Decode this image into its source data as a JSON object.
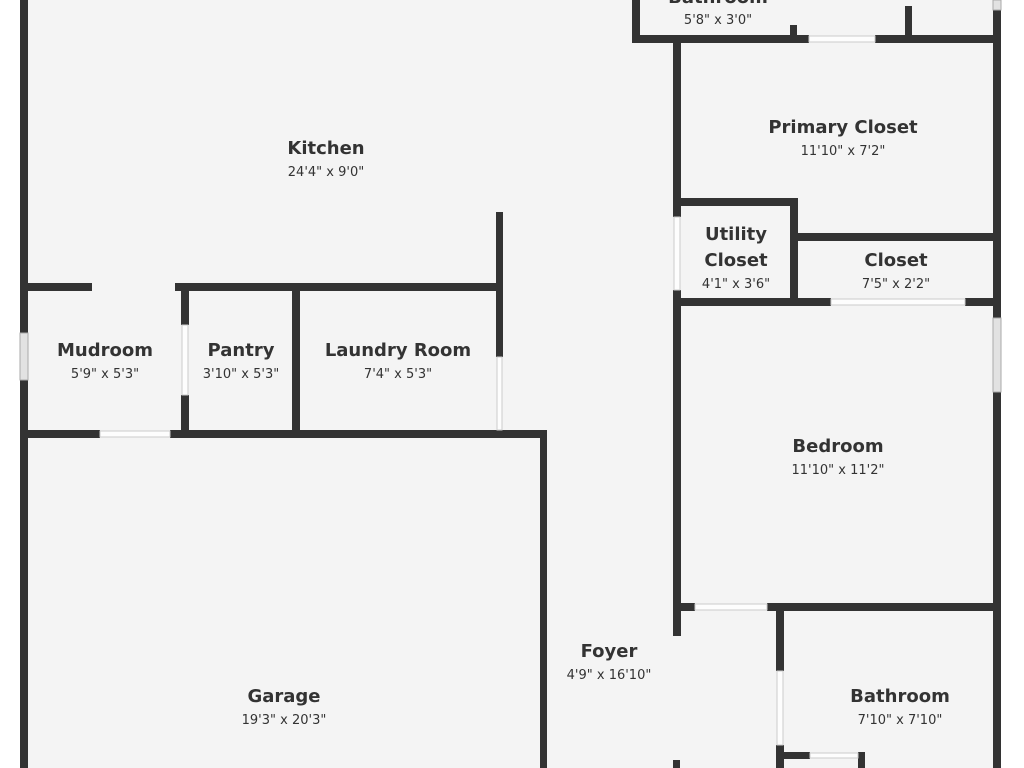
{
  "colors": {
    "wall": "#333333",
    "floor": "#f4f4f4",
    "background": "#ffffff",
    "text": "#333333"
  },
  "rooms": [
    {
      "name": "Kitchen",
      "dims": "24'4\" x 9'0\""
    },
    {
      "name": "Mudroom",
      "dims": "5'9\" x 5'3\""
    },
    {
      "name": "Pantry",
      "dims": "3'10\" x 5'3\""
    },
    {
      "name": "Laundry Room",
      "dims": "7'4\" x 5'3\""
    },
    {
      "name": "Garage",
      "dims": "19'3\" x 20'3\""
    },
    {
      "name": "Foyer",
      "dims": "4'9\" x 16'10\""
    },
    {
      "name": "Bathroom",
      "dims": "5'8\" x 3'0\""
    },
    {
      "name": "Primary Closet",
      "dims": "11'10\" x 7'2\""
    },
    {
      "name": "Utility",
      "name2": "Closet",
      "dims": "4'1\" x 3'6\""
    },
    {
      "name": "Closet",
      "dims": "7'5\" x 2'2\""
    },
    {
      "name": "Bedroom",
      "dims": "11'10\" x 11'2\""
    },
    {
      "name": "Bathroom",
      "dims": "7'10\" x 7'10\""
    }
  ]
}
